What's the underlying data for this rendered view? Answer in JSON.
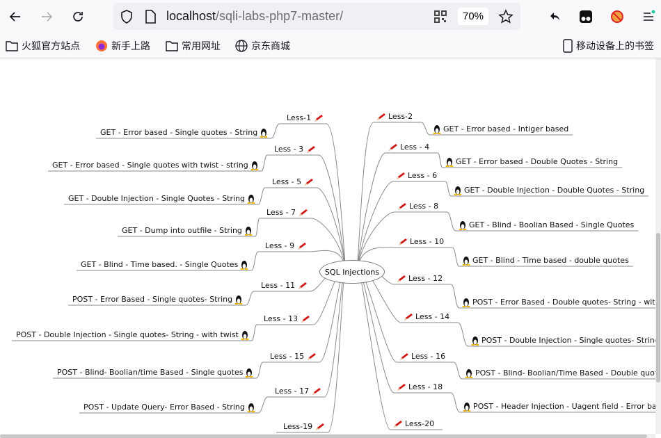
{
  "browser": {
    "url_host": "localhost",
    "url_path": "/sqli-labs-php7-master/",
    "zoom_level": "70%",
    "bookmarks": [
      {
        "label": "火狐官方站点",
        "icon": "folder-icon"
      },
      {
        "label": "新手上路",
        "icon": "firefox-icon"
      },
      {
        "label": "常用网址",
        "icon": "folder-icon"
      },
      {
        "label": "京东商城",
        "icon": "globe-icon"
      }
    ],
    "mobile_bookmarks": "移动设备上的书签"
  },
  "mindmap": {
    "center": "SQL Injections",
    "left": [
      {
        "less": "Less-1",
        "topic": "GET - Error based - Single quotes - String"
      },
      {
        "less": "Less - 3",
        "topic": "GET - Error based - Single quotes with twist - string"
      },
      {
        "less": "Less - 5",
        "topic": "GET - Double Injection - Single Quotes - String"
      },
      {
        "less": "Less - 7",
        "topic": "GET - Dump into outfile - String"
      },
      {
        "less": "Less - 9",
        "topic": "GET - Blind - Time based. -  Single Quotes"
      },
      {
        "less": "Less - 11",
        "topic": "POST - Error Based - Single quotes- String"
      },
      {
        "less": "Less - 13",
        "topic": "POST - Double Injection - Single quotes- String - with twist"
      },
      {
        "less": "Less - 15",
        "topic": "POST - Blind- Boolian/time Based - Single quotes"
      },
      {
        "less": "Less - 17",
        "topic": "POST - Update Query- Error Based - String"
      },
      {
        "less": "Less-19",
        "topic": ""
      }
    ],
    "right": [
      {
        "less": "Less-2",
        "topic": "GET - Error based - Intiger based"
      },
      {
        "less": "Less - 4",
        "topic": "GET - Error based - Double Quotes - String"
      },
      {
        "less": "Less - 6",
        "topic": "GET - Double Injection - Double Quotes - String"
      },
      {
        "less": "Less - 8",
        "topic": "GET - Blind - Boolian Based - Single Quotes"
      },
      {
        "less": "Less - 10",
        "topic": "GET - Blind - Time based - double quotes"
      },
      {
        "less": "Less - 12",
        "topic": "POST - Error Based - Double quotes- String - with"
      },
      {
        "less": "Less - 14",
        "topic": "POST - Double Injection - Single quotes- String"
      },
      {
        "less": "Less - 16",
        "topic": "POST - Blind- Boolian/Time Based - Double quote"
      },
      {
        "less": "Less - 18",
        "topic": "POST - Header Injection - Uagent field - Error ba"
      },
      {
        "less": "Less-20",
        "topic": ""
      }
    ],
    "less_icon": "pencil-icon",
    "topic_icon": "tux-penguin-icon",
    "line_color": "#8a8a8a",
    "pencil_color": "#d01818"
  }
}
